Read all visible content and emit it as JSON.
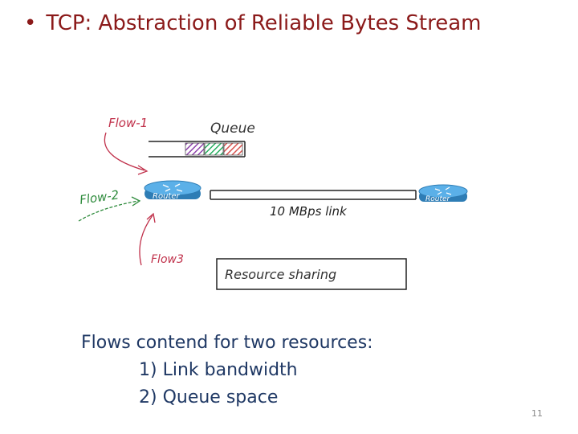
{
  "slide": {
    "title": "TCP: Abstraction of Reliable Bytes Stream",
    "page_number": "11"
  },
  "diagram": {
    "labels": {
      "flow1": "Flow-1",
      "flow2": "Flow-2",
      "flow3": "Flow3",
      "queue": "Queue",
      "router_left": "Router",
      "router_right": "Router",
      "link": "10 MBps link",
      "resource_box": "Resource sharing"
    },
    "colors": {
      "flow1": "#C0304A",
      "flow2": "#2E8B3C",
      "flow3": "#C0304A",
      "router": "#3A9AD9",
      "queue_cell_1": "#8E44AD",
      "queue_cell_2": "#27AE60",
      "queue_cell_3": "#D9534F"
    }
  },
  "caption": {
    "line1": "Flows contend for two resources:",
    "line2": "1) Link bandwidth",
    "line3": "2) Queue space"
  }
}
